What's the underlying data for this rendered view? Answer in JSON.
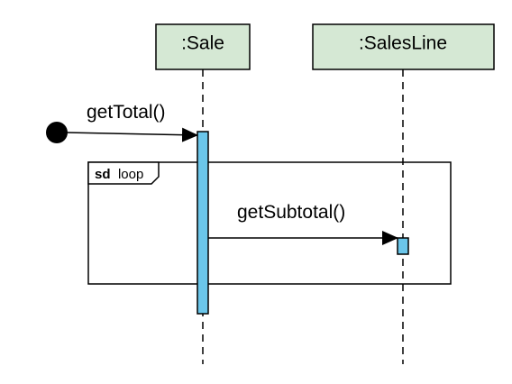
{
  "lifelines": [
    {
      "id": "sale",
      "label": ":Sale"
    },
    {
      "id": "salesline",
      "label": ":SalesLine"
    }
  ],
  "messages": [
    {
      "id": "get-total",
      "label": "getTotal()",
      "from": "found-message",
      "to": "sale"
    },
    {
      "id": "get-subtotal",
      "label": "getSubtotal()",
      "from": "sale",
      "to": "salesline"
    }
  ],
  "fragment": {
    "keyword": "sd",
    "operator": "loop"
  },
  "colors": {
    "lifeline_fill": "#d5e8d4",
    "activation_fill": "#6bc6ea",
    "stroke": "#000000",
    "background": "#ffffff"
  }
}
